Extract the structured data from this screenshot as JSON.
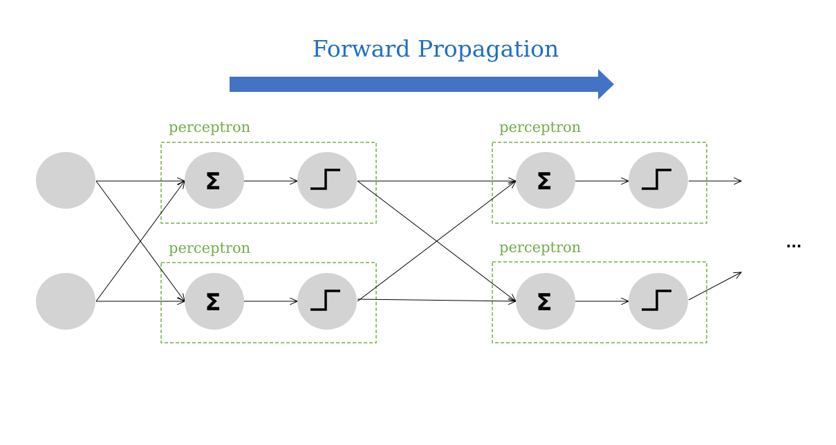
{
  "title": "Forward Propagation",
  "colors": {
    "title": "#1f6fbf",
    "arrow": "#4472c4",
    "box": "#70ad47",
    "node": "#d3d3d3"
  },
  "perceptron_labels": [
    "perceptron",
    "perceptron",
    "perceptron",
    "perceptron"
  ],
  "sum_symbol": "Σ",
  "activation_icon": "step-function-icon",
  "continuation": "..."
}
